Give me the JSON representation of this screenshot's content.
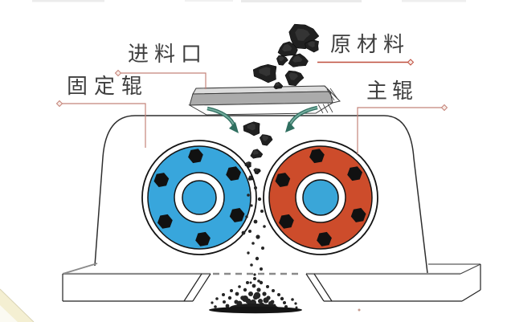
{
  "labels": {
    "feed_inlet": "进料口",
    "raw_material": "原材料",
    "fixed_roller": "固定辊",
    "main_roller": "主辊"
  },
  "colors": {
    "fixed_roller": "#38a6dc",
    "main_roller": "#cd4c2b",
    "roller_hub_center": "#3aa6d8",
    "arrow_dark": "#2f6f60",
    "arrow_light": "#74ab9d",
    "leader_line": "#c4847a",
    "underline": "#bf4e3d",
    "rock": "#202020",
    "text": "#3f3f3f"
  }
}
